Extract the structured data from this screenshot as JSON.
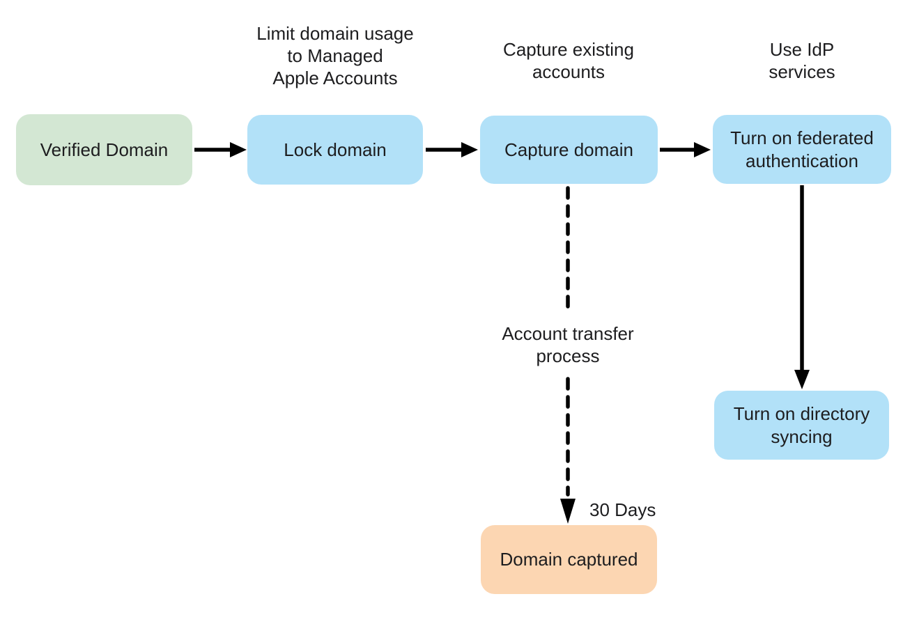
{
  "diagram": {
    "type": "flowchart",
    "background": "#ffffff",
    "text_color": "#1d1d1f",
    "arrow_color": "#000000",
    "nodes": [
      {
        "id": "verified-domain",
        "label": "Verified Domain",
        "fill": "#d3e7d3"
      },
      {
        "id": "lock-domain",
        "label": "Lock domain",
        "fill": "#b2e1f8"
      },
      {
        "id": "capture-domain",
        "label": "Capture domain",
        "fill": "#b2e1f8"
      },
      {
        "id": "turn-on-federated-authentication",
        "label": "Turn on federated authentication",
        "fill": "#b2e1f8"
      },
      {
        "id": "turn-on-directory-syncing",
        "label": "Turn on directory syncing",
        "fill": "#b2e1f8"
      },
      {
        "id": "domain-captured",
        "label": "Domain captured",
        "fill": "#fcd6b2"
      }
    ],
    "annotations": [
      {
        "id": "limit-domain-usage",
        "text": "Limit domain usage\nto Managed\nApple Accounts"
      },
      {
        "id": "capture-existing-accounts",
        "text": "Capture existing\naccounts"
      },
      {
        "id": "use-idp-services",
        "text": "Use IdP\nservices"
      },
      {
        "id": "account-transfer-process",
        "text": "Account transfer\nprocess"
      },
      {
        "id": "thirty-days",
        "text": "30 Days"
      }
    ],
    "edges": [
      {
        "from": "verified-domain",
        "to": "lock-domain",
        "style": "solid"
      },
      {
        "from": "lock-domain",
        "to": "capture-domain",
        "style": "solid"
      },
      {
        "from": "capture-domain",
        "to": "turn-on-federated-authentication",
        "style": "solid"
      },
      {
        "from": "turn-on-federated-authentication",
        "to": "turn-on-directory-syncing",
        "style": "solid"
      },
      {
        "from": "capture-domain",
        "to": "domain-captured",
        "style": "dashed",
        "labels": [
          "Account transfer process",
          "30 Days"
        ]
      }
    ]
  }
}
